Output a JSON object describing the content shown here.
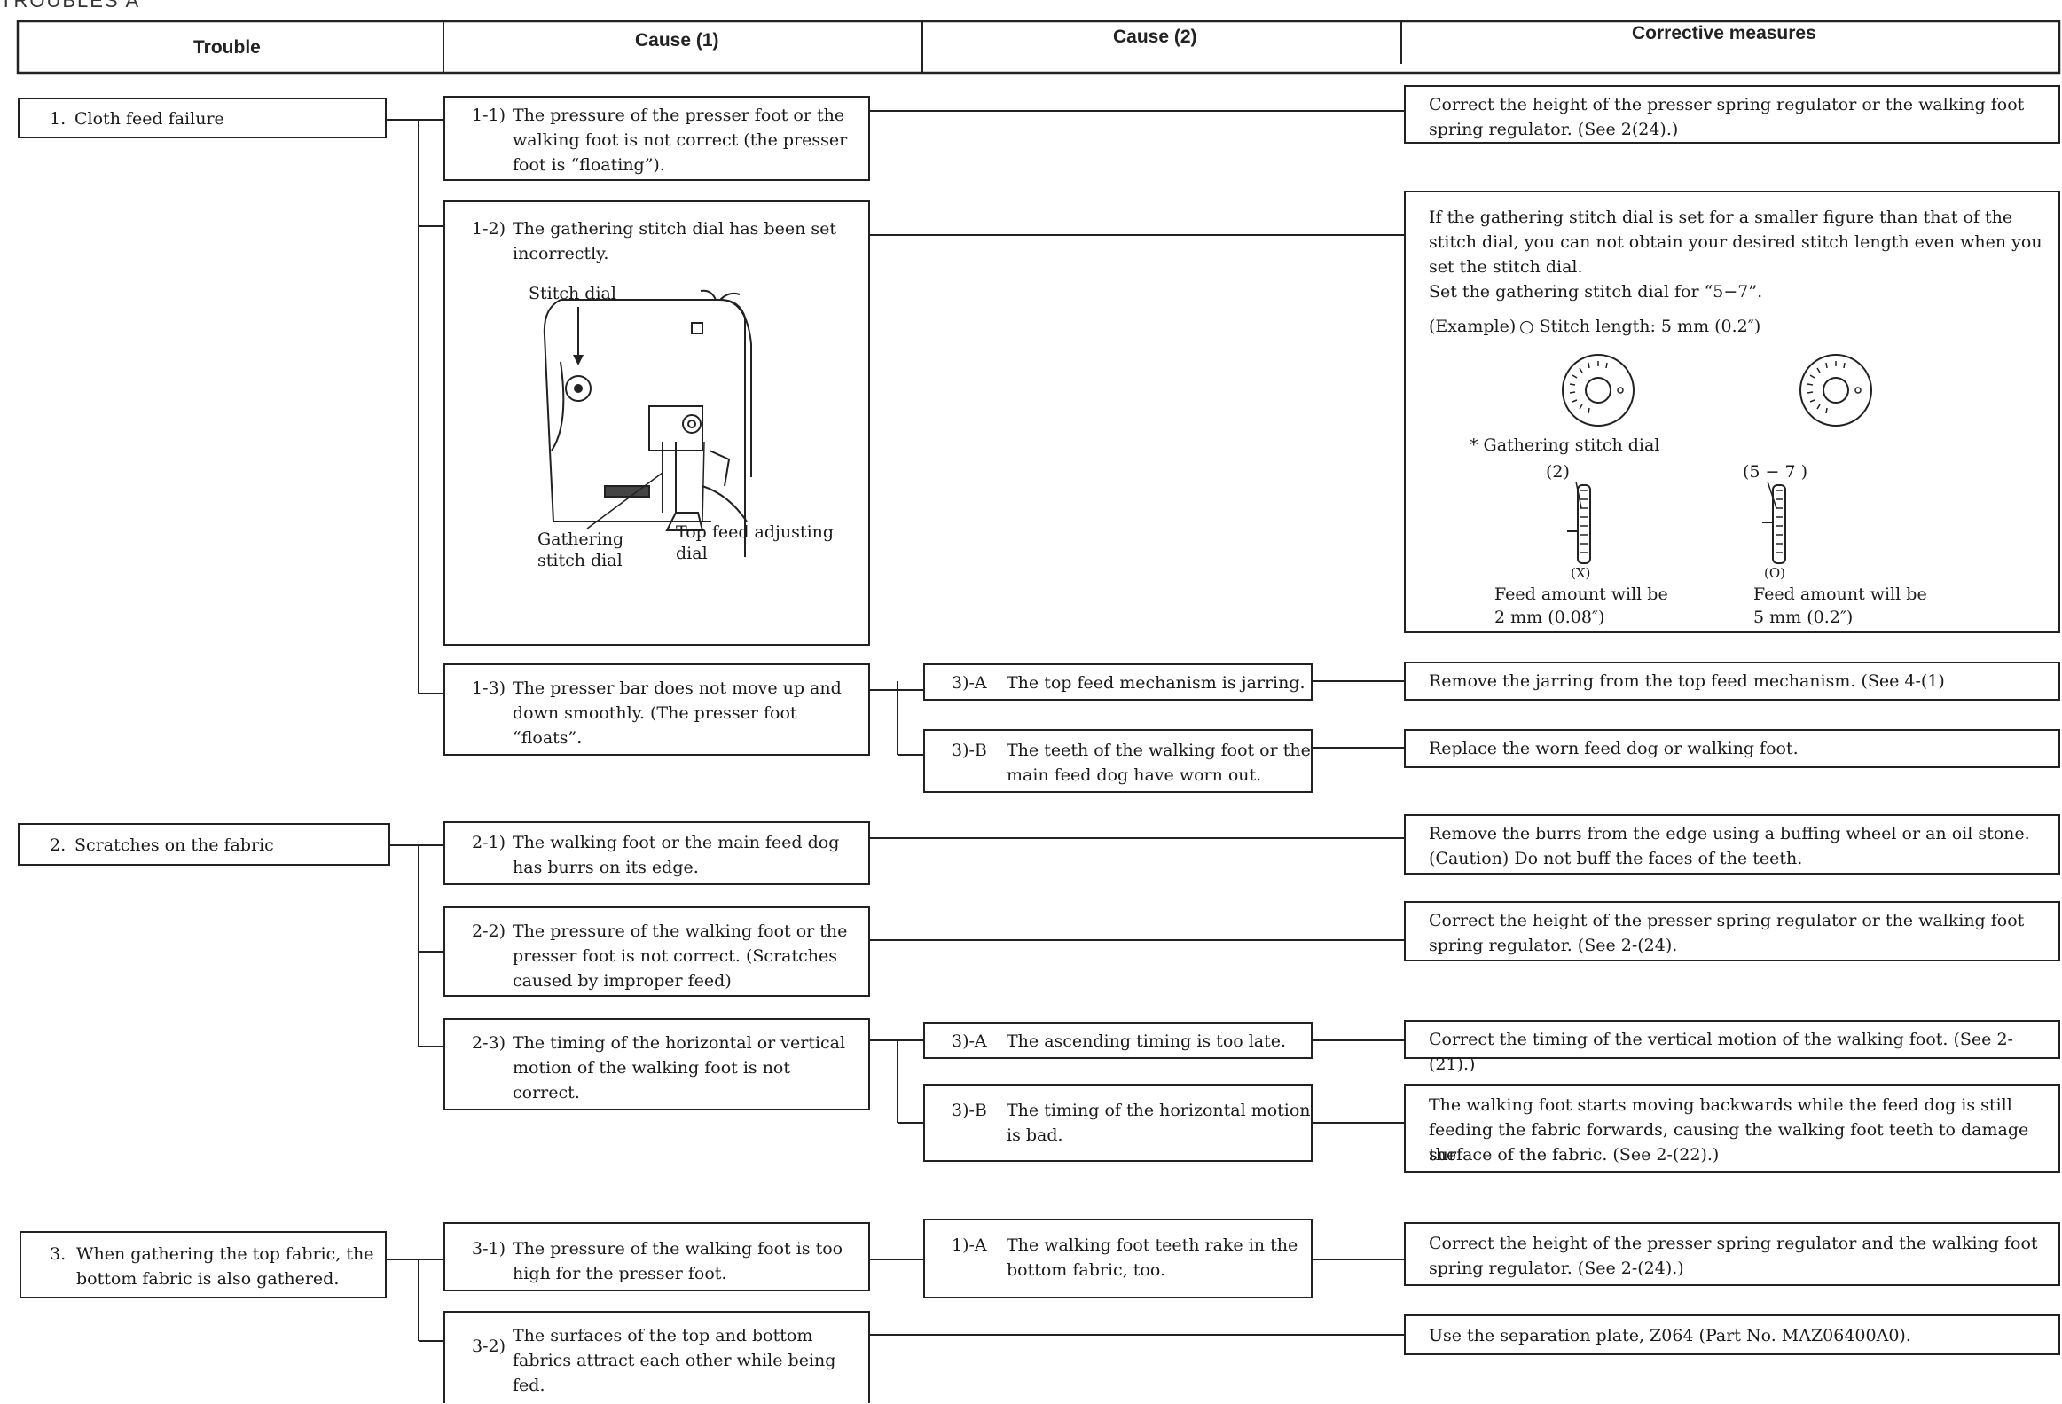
{
  "page_title": "TROUBLES A",
  "headers": {
    "trouble": "Trouble",
    "cause1": "Cause (1)",
    "cause2": "Cause (2)",
    "corrective": "Corrective measures"
  },
  "troubles": [
    {
      "label": "1.",
      "text": [
        "Cloth feed failure"
      ]
    },
    {
      "label": "2.",
      "text": [
        "Scratches on the fabric"
      ]
    },
    {
      "label": "3.",
      "text": [
        "When gathering the top fabric, the",
        "bottom fabric is also gathered."
      ]
    }
  ],
  "causes1": [
    {
      "label": "1-1)",
      "text": [
        "The pressure of the presser foot or the",
        "walking foot is not correct (the presser",
        "foot is “floating”)."
      ]
    },
    {
      "label": "1-2)",
      "text": [
        "The gathering stitch dial has been set",
        "incorrectly."
      ]
    },
    {
      "label": "1-3)",
      "text": [
        "The presser bar does not move up and",
        "down smoothly. (The presser foot",
        "“floats”."
      ]
    },
    {
      "label": "2-1)",
      "text": [
        "The walking foot or the main feed dog",
        "has burrs on its edge."
      ]
    },
    {
      "label": "2-2)",
      "text": [
        "The pressure of the walking foot or the",
        "presser foot is not correct. (Scratches",
        "caused by improper feed)"
      ]
    },
    {
      "label": "2-3)",
      "text": [
        "The timing of the horizontal or vertical",
        "motion of the walking foot is not",
        "correct."
      ]
    },
    {
      "label": "3-1)",
      "text": [
        "The pressure of the walking foot is too",
        "high for the presser foot."
      ]
    },
    {
      "label": "3-2)",
      "text": [
        "The surfaces of the top and bottom",
        "fabrics attract each other while being",
        "fed."
      ]
    }
  ],
  "causes2": [
    {
      "label": "3)-A",
      "text": [
        "The top feed mechanism is jarring."
      ]
    },
    {
      "label": "3)-B",
      "text": [
        "The teeth of the walking foot or the",
        "main feed dog have worn out."
      ]
    },
    {
      "label": "3)-A",
      "text": [
        "The ascending timing is too late."
      ]
    },
    {
      "label": "3)-B",
      "text": [
        "The timing of the horizontal motion",
        "is bad."
      ]
    },
    {
      "label": "1)-A",
      "text": [
        "The walking foot teeth rake in the",
        "bottom fabric, too."
      ]
    }
  ],
  "corrective": [
    {
      "text": [
        "Correct the height of the presser spring regulator or the walking foot",
        "spring regulator. (See 2(24).)"
      ]
    },
    {
      "text": [
        "If the gathering stitch dial is set for a smaller figure than that of the",
        "stitch dial, you can not obtain your desired stitch length even when you",
        "set the stitch dial.",
        "Set the gathering stitch dial for “5−7”."
      ]
    },
    {
      "text": [
        "Remove the jarring from the top feed mechanism. (See 4-(1)"
      ]
    },
    {
      "text": [
        "Replace the worn feed dog or walking foot."
      ]
    },
    {
      "text": [
        "Remove the burrs from the edge using a buffing wheel or an oil stone.",
        "(Caution)  Do not buff the faces of the teeth."
      ]
    },
    {
      "text": [
        "Correct the height of the presser spring regulator or the walking foot",
        "spring regulator. (See 2-(24)."
      ]
    },
    {
      "text": [
        "Correct the timing of the vertical motion of the walking foot. (See 2-(21).)"
      ]
    },
    {
      "text": [
        "The walking foot starts moving backwards while the feed dog is still",
        "feeding the fabric forwards, causing the walking foot teeth to damage the",
        "surface of the fabric. (See 2-(22).)"
      ]
    },
    {
      "text": [
        "Correct the height of the presser spring regulator and the walking foot",
        "spring regulator. (See 2-(24).)"
      ]
    },
    {
      "text": [
        "Use the separation plate, Z064 (Part No. MAZ06400A0)."
      ]
    }
  ],
  "figure_machine": {
    "stitch_dial": "Stitch dial",
    "gathering_dial": [
      "Gathering",
      "stitch dial"
    ],
    "top_feed_dial": [
      "Top feed adjusting",
      "dial"
    ]
  },
  "figure_example": {
    "example_label": "(Example)",
    "stitch_length": "○ Stitch length:  5 mm (0.2″)",
    "gathering_label": "* Gathering stitch dial",
    "setting_left": "(2)",
    "setting_right": "(5 − 7 )",
    "mark_left": "(X)",
    "mark_right": "(O)",
    "feed_left": [
      "Feed amount will be",
      "2 mm (0.08″)"
    ],
    "feed_right": [
      "Feed amount will be",
      "5 mm (0.2″)"
    ]
  }
}
